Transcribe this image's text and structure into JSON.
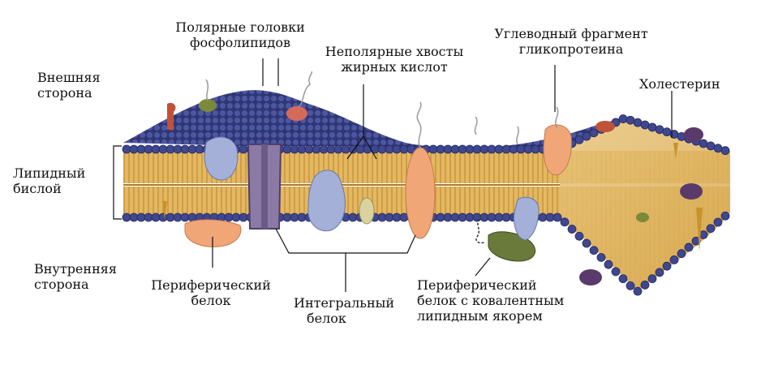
{
  "labels": {
    "polar_heads": [
      "Полярные головки",
      "фосфолипидов"
    ],
    "nonpolar_tails": [
      "Неполярные хвосты",
      "жирных кислот"
    ],
    "carbohydrate": [
      "Углеводный фрагмент",
      "гликопротеина"
    ],
    "outer_side": [
      "Внешняя",
      "сторона"
    ],
    "cholesterol": [
      "Холестерин"
    ],
    "lipid_bilayer": [
      "Липидный",
      "бислой"
    ],
    "inner_side": [
      "Внутренняя",
      "сторона"
    ],
    "peripheral_protein": [
      "Периферический",
      "белок"
    ],
    "integral_protein": [
      "Интегральный",
      "белок"
    ],
    "peripheral_anchor": [
      "Периферический",
      "белок  с ковалентным",
      "липидным якорем"
    ]
  },
  "colors": {
    "background": "#ffffff",
    "lipid_head": "#3f4790",
    "lipid_tail": "#e2b45a",
    "lipid_tail_dark": "#c0903a",
    "outer_surface": "#3a4286",
    "integral_protein": "#8a7aa6",
    "glycoprotein": "#f2a978",
    "blue_protein": "#a0aed8",
    "green_protein": "#6a7a3a",
    "cholesterol": "#d6a74a",
    "leader_line": "#111111"
  },
  "icons": [
    "phospholipid-head-icon",
    "protein-blob-icon",
    "carbohydrate-chain-icon"
  ]
}
